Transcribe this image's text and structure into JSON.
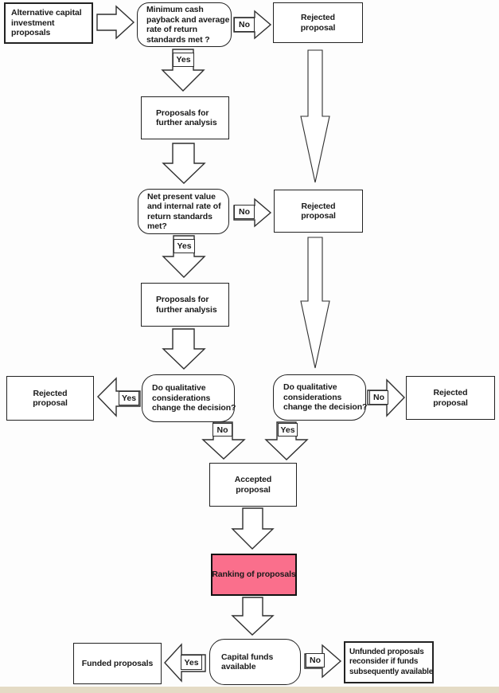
{
  "diagram": {
    "nodes": {
      "alt_capital": {
        "label": "Alternative capital\ninvestment\nproposals"
      },
      "min_cash_check": {
        "label": "Minimum cash\npayback and average\nrate of return\nstandards met ?"
      },
      "rejected_top": {
        "label": "Rejected\nproposal"
      },
      "proposals_further_1": {
        "label": "Proposals for\nfurther analysis"
      },
      "npv_check": {
        "label": "Net present value\nand internal rate of\nreturn standards\nmet?"
      },
      "rejected_mid": {
        "label": "Rejected\nproposal"
      },
      "proposals_further_2": {
        "label": "Proposals for\nfurther analysis"
      },
      "qualitative_left": {
        "label": "Do qualitative\nconsiderations\nchange the decision?"
      },
      "rejected_left": {
        "label": "Rejected\nproposal"
      },
      "qualitative_right": {
        "label": "Do qualitative\nconsiderations\nchange the decision?"
      },
      "rejected_right": {
        "label": "Rejected\nproposal"
      },
      "accepted": {
        "label": "Accepted\nproposal"
      },
      "ranking": {
        "label": "Ranking of proposals",
        "fill": "#fa6f8c"
      },
      "capital_funds_check": {
        "label": "Capital funds\navailable"
      },
      "funded": {
        "label": "Funded proposals"
      },
      "unfunded": {
        "label": "Unfunded proposals\nreconsider if funds\nsubsequently available"
      }
    },
    "edge_labels": {
      "yes": "Yes",
      "no": "No"
    },
    "colors": {
      "highlight_pink": "#fa6f8c",
      "line": "#2f2f2f",
      "page_edge_strip": "#e4dbc5"
    }
  }
}
